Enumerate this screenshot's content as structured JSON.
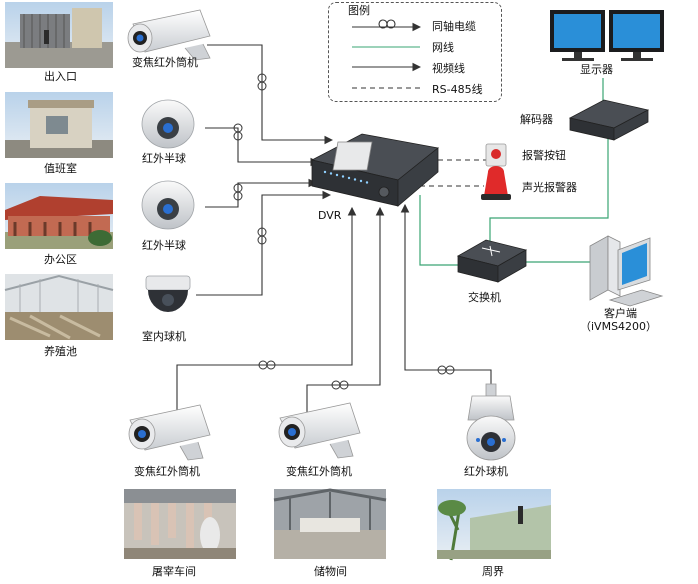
{
  "legend": {
    "title": "图例",
    "items": [
      {
        "label": "同轴电缆",
        "style": "coax"
      },
      {
        "label": "网线",
        "style": "network"
      },
      {
        "label": "视频线",
        "style": "video"
      },
      {
        "label": "RS-485线",
        "style": "rs485"
      }
    ]
  },
  "sites": {
    "entrance": "出入口",
    "duty_room": "值班室",
    "office": "办公区",
    "pond": "养殖池",
    "slaughter": "屠宰车间",
    "storage": "储物间",
    "perimeter": "周界"
  },
  "devices": {
    "cam_zoom_top": "变焦红外筒机",
    "dome_ir_1": "红外半球",
    "dome_ir_2": "红外半球",
    "dome_indoor": "室内球机",
    "cam_zoom_b1": "变焦红外筒机",
    "cam_zoom_b2": "变焦红外筒机",
    "ptz_ir": "红外球机",
    "dvr": "DVR",
    "alarm_button": "报警按钮",
    "siren": "声光报警器",
    "decoder": "解码器",
    "monitor": "显示器",
    "switch": "交换机",
    "client": "客户端",
    "client_sub": "（iVMS4200）"
  },
  "colors": {
    "line": "#333333",
    "network": "#3aa573",
    "screen": "#2a8fd8",
    "device_dark": "#3c3f44"
  }
}
